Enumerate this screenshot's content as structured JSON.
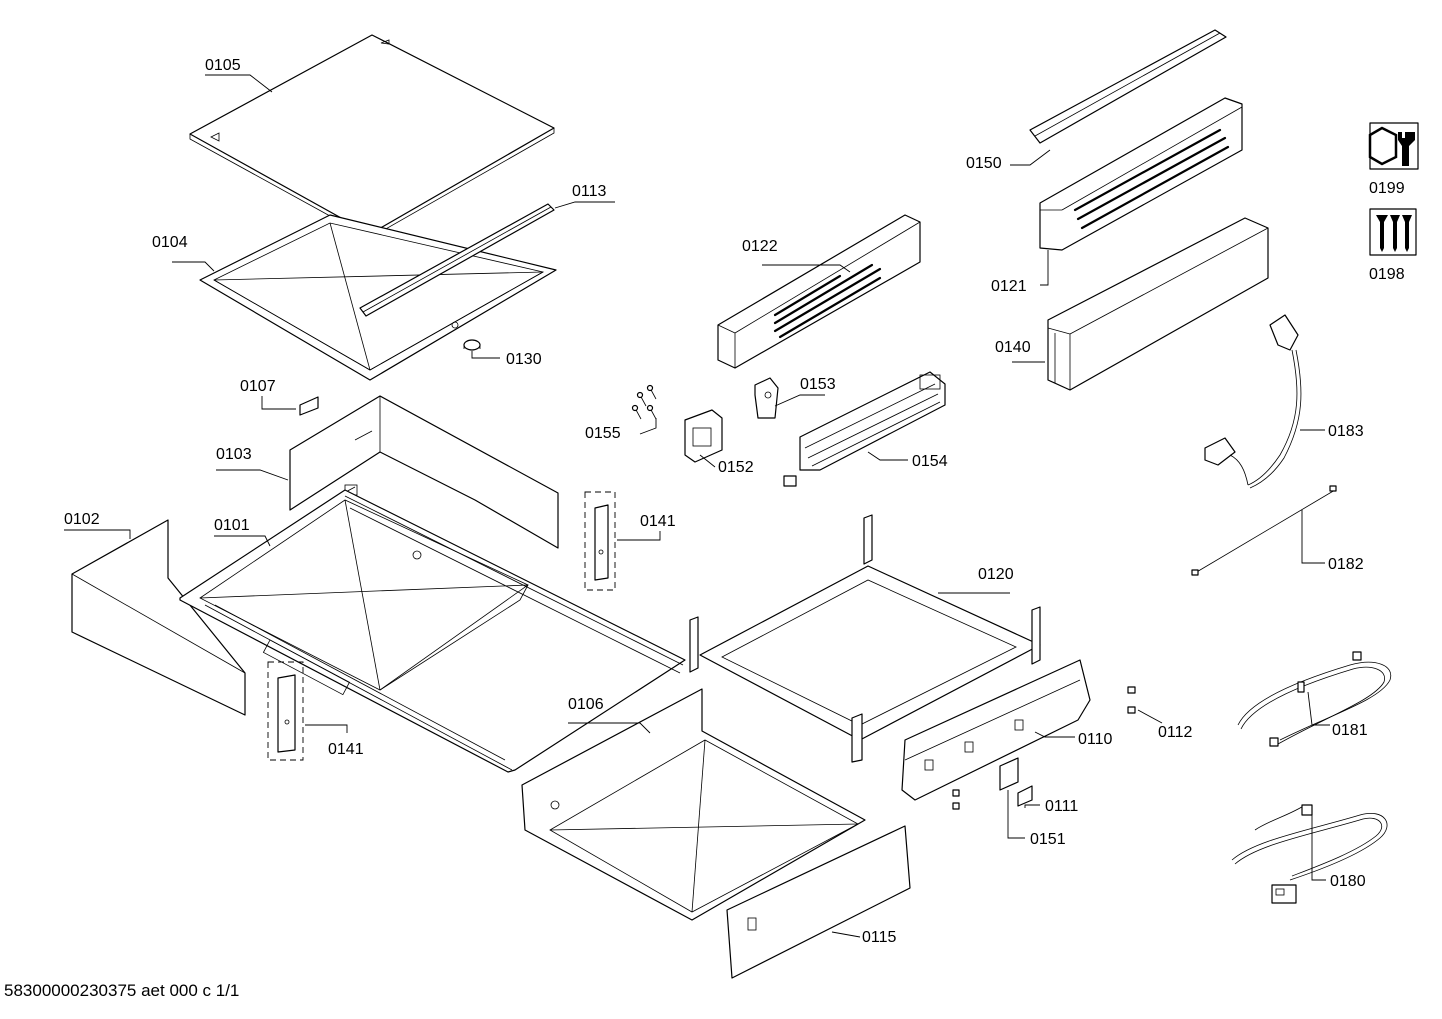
{
  "diagram": {
    "footer": "58300000230375 aet 000 c 1/1",
    "callouts": {
      "p0101": "0101",
      "p0102": "0102",
      "p0103": "0103",
      "p0104": "0104",
      "p0105": "0105",
      "p0106": "0106",
      "p0107": "0107",
      "p0110": "0110",
      "p0111": "0111",
      "p0112": "0112",
      "p0113": "0113",
      "p0115": "0115",
      "p0120": "0120",
      "p0121": "0121",
      "p0122": "0122",
      "p0130": "0130",
      "p0140": "0140",
      "p0141a": "0141",
      "p0141b": "0141",
      "p0150": "0150",
      "p0151": "0151",
      "p0152": "0152",
      "p0153": "0153",
      "p0154": "0154",
      "p0155": "0155",
      "p0180": "0180",
      "p0181": "0181",
      "p0182": "0182",
      "p0183": "0183",
      "p0198": "0198",
      "p0199": "0199"
    },
    "icons": [
      "service-tool-icon",
      "screws-icon"
    ]
  }
}
